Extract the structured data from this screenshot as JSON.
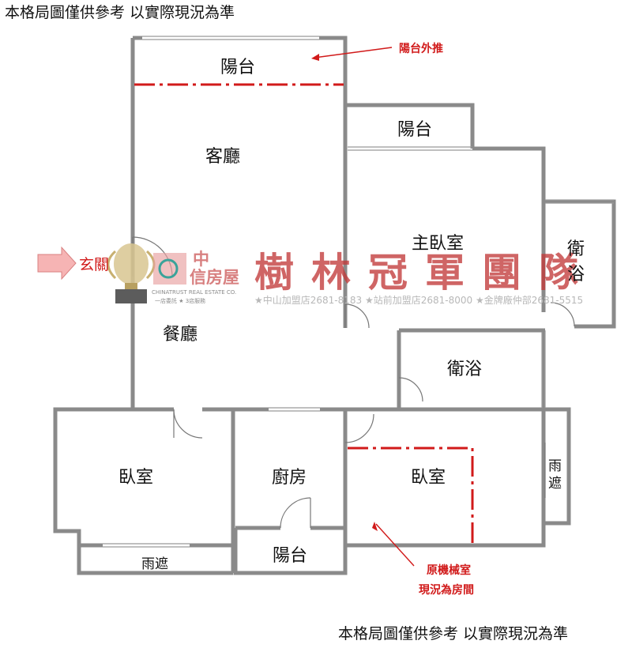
{
  "notice_top": "本格局圖僅供參考 以實際現況為準",
  "notice_bottom": "本格局圖僅供參考 以實際現況為準",
  "rooms": {
    "balcony_top": "陽台",
    "living_room": "客廳",
    "balcony_mid": "陽台",
    "master_bedroom": "主臥室",
    "master_bath": "衛浴",
    "dining_room": "餐廳",
    "bathroom": "衛浴",
    "bedroom_left": "臥室",
    "kitchen": "廚房",
    "bedroom_right": "臥室",
    "awning_right": "雨遮",
    "awning_left": "雨遮",
    "balcony_bottom": "陽台"
  },
  "annotations": {
    "balcony_push": "陽台外推",
    "entrance": "玄關",
    "machine_room_line1": "原機械室",
    "machine_room_line2": "現況為房間"
  },
  "watermark": {
    "team_name": "樹林冠軍團隊",
    "logo_char_top": "中",
    "logo_text": "信房屋",
    "logo_en": "CHINATRUST REAL ESTATE CO.",
    "logo_slogan": "一店委託 ★ 3店服務",
    "contacts": "★中山加盟店2681-8183 ★站前加盟店2681-8000 ★金牌廠仲部2681-5515"
  },
  "colors": {
    "wall": "#8a8a8a",
    "accent_red": "#d11a1a",
    "watermark_red": "#c23a3a"
  }
}
